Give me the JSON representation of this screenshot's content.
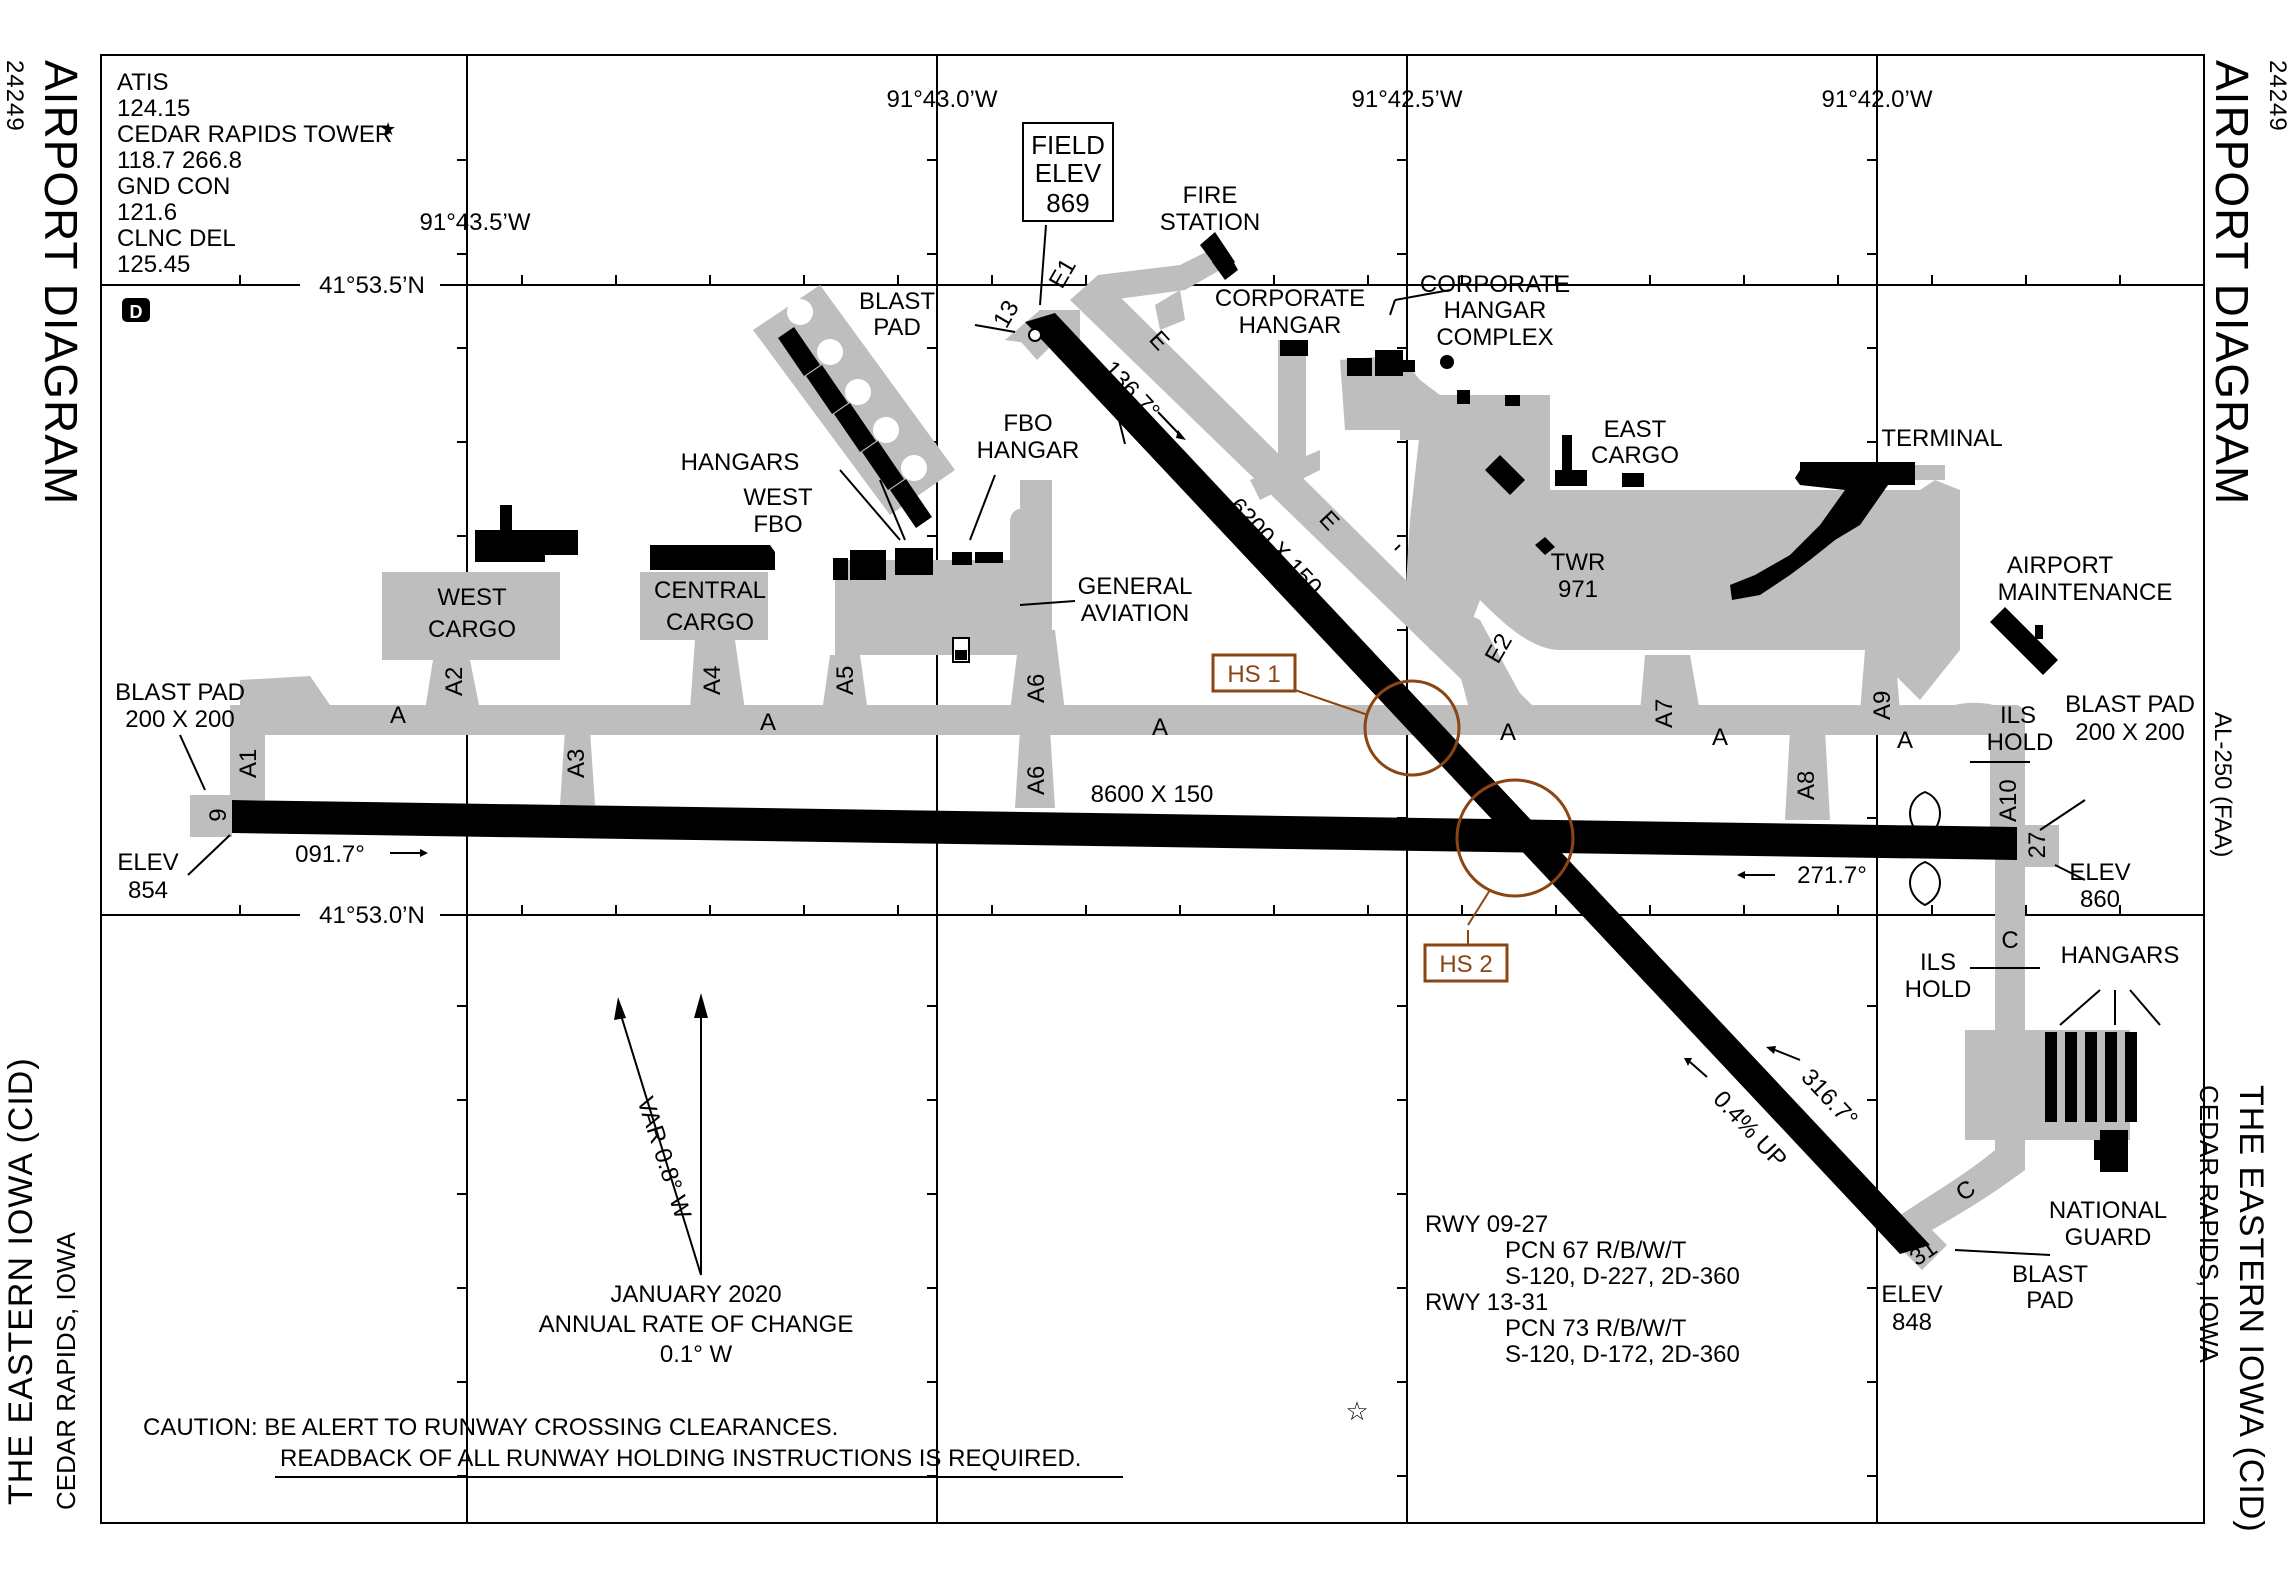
{
  "chart_title": "AIRPORT DIAGRAM",
  "chart_number": "24249",
  "airport_name": "THE EASTERN IOWA  (CID)",
  "airport_city": "CEDAR RAPIDS, IOWA",
  "al_number": "AL-250 (FAA)",
  "frequencies": {
    "atis_label": "ATIS",
    "atis_freq": "124.15",
    "tower_label": "CEDAR RAPIDS TOWER",
    "tower_freq": "118.7  266.8",
    "gnd_label": "GND CON",
    "gnd_freq": "121.6",
    "clnc_label": "CLNC DEL",
    "clnc_freq": "125.45",
    "d_symbol": "D"
  },
  "field_elev": {
    "line1": "FIELD",
    "line2": "ELEV",
    "value": "869"
  },
  "coordinates": {
    "lon_1": "91°43.5’W",
    "lon_2": "91°43.0’W",
    "lon_3": "91°42.5’W",
    "lon_4": "91°42.0’W",
    "lat_1": "41°53.5’N",
    "lat_2": "41°53.0’N"
  },
  "runways": {
    "rwy_09_27": {
      "dims": "8600 X 150",
      "end_west": "9",
      "end_east": "27",
      "hdg_west": "091.7°",
      "hdg_east": "271.7°",
      "elev_west_label": "ELEV",
      "elev_west": "854",
      "elev_east_label": "ELEV",
      "elev_east": "860"
    },
    "rwy_13_31": {
      "dims": "6200 X 150",
      "end_nw": "13",
      "end_se": "31",
      "hdg_nw": "136.7°",
      "hdg_se": "316.7°",
      "slope": "0.4% UP",
      "elev_se_label": "ELEV",
      "elev_se": "848"
    }
  },
  "taxiways": [
    "A",
    "A1",
    "A2",
    "A3",
    "A4",
    "A5",
    "A6",
    "A7",
    "A8",
    "A9",
    "A10",
    "C",
    "E",
    "E1",
    "E2"
  ],
  "labels": {
    "blast_pad_title": "BLAST PAD",
    "blast_pad_dims": "200 X 200",
    "blast_nw_1": "BLAST",
    "blast_nw_2": "PAD",
    "blast_se_1": "BLAST",
    "blast_se_2": "PAD",
    "fire_1": "FIRE",
    "fire_2": "STATION",
    "corp_hangar_1": "CORPORATE",
    "corp_hangar_2": "HANGAR",
    "corp_complex_1": "CORPORATE",
    "corp_complex_2": "HANGAR",
    "corp_complex_3": "COMPLEX",
    "east_cargo_1": "EAST",
    "east_cargo_2": "CARGO",
    "terminal": "TERMINAL",
    "hangars": "HANGARS",
    "fbo_hangar_1": "FBO",
    "fbo_hangar_2": "HANGAR",
    "west_fbo_1": "WEST",
    "west_fbo_2": "FBO",
    "west_cargo_1": "WEST",
    "west_cargo_2": "CARGO",
    "central_cargo_1": "CENTRAL",
    "central_cargo_2": "CARGO",
    "gen_av_1": "GENERAL",
    "gen_av_2": "AVIATION",
    "twr_1": "TWR",
    "twr_2": "971",
    "airport_maint_1": "AIRPORT",
    "airport_maint_2": "MAINTENANCE",
    "ils_hold_1": "ILS",
    "ils_hold_2": "HOLD",
    "hangars_se": "HANGARS",
    "natl_guard_1": "NATIONAL",
    "natl_guard_2": "GUARD",
    "hs1": "HS 1",
    "hs2": "HS 2"
  },
  "magnetic": {
    "var": "VAR 0.8° W",
    "date": "JANUARY 2020",
    "rate_label": "ANNUAL RATE OF CHANGE",
    "rate": "0.1° W"
  },
  "runway_data": {
    "rwy1": "RWY 09-27",
    "rwy1_pcn": "PCN 67 R/B/W/T",
    "rwy1_s": "S-120, D-227, 2D-360",
    "rwy2": "RWY 13-31",
    "rwy2_pcn": "PCN 73 R/B/W/T",
    "rwy2_s": "S-120, D-172, 2D-360"
  },
  "caution": {
    "line1": "CAUTION: BE ALERT TO RUNWAY CROSSING CLEARANCES.",
    "line2": "READBACK OF ALL RUNWAY HOLDING INSTRUCTIONS IS REQUIRED."
  },
  "colors": {
    "taxiway": "#bebebe",
    "runway": "#000000",
    "hot_spot": "#8B4513"
  }
}
